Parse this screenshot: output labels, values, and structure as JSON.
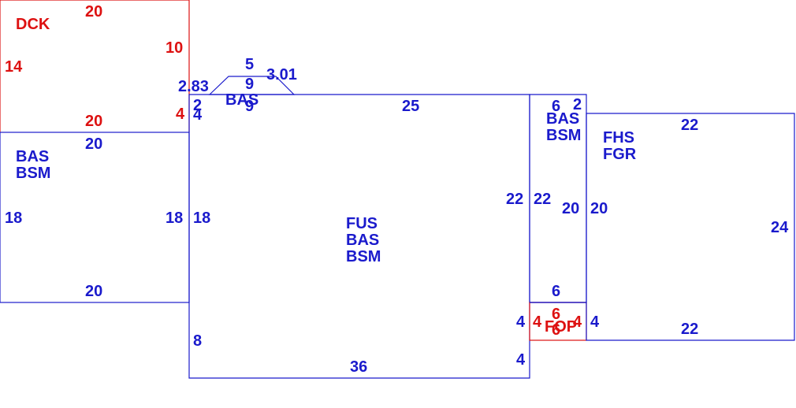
{
  "colors": {
    "blue": "#1a1acc",
    "red": "#dd1111",
    "background": "#ffffff"
  },
  "areas": {
    "dck": {
      "code": "DCK",
      "dims": {
        "top": "20",
        "left": "14",
        "right_upper": "10",
        "right_lower": "4",
        "bottom": "20"
      }
    },
    "bas_bsm_left": {
      "codes": [
        "BAS",
        "BSM"
      ],
      "dims": {
        "top": "20",
        "left": "18",
        "right": "18",
        "bottom": "20"
      }
    },
    "bay_bas": {
      "code": "BAS",
      "dims": {
        "top": "5",
        "left": "2.83",
        "right": "3.01",
        "inner_top": "9",
        "inner_bottom": "9"
      }
    },
    "main": {
      "codes": [
        "FUS",
        "BAS",
        "BSM"
      ],
      "dims": {
        "top": "25",
        "left_a": "2",
        "left_b": "4",
        "left_main": "18",
        "left_lower": "8",
        "right_main": "22",
        "right_a": "4",
        "right_b": "4",
        "bottom": "36"
      }
    },
    "bas_bsm_right": {
      "codes": [
        "BAS",
        "BSM"
      ],
      "dims": {
        "top": "6",
        "top_right": "2",
        "left": "22",
        "right": "20",
        "bottom": "6"
      }
    },
    "fop": {
      "code": "FOP",
      "dims": {
        "top": "6",
        "left": "4",
        "right": "4",
        "bottom": "6"
      }
    },
    "garage": {
      "codes": [
        "FHS",
        "FGR"
      ],
      "dims": {
        "top": "22",
        "left": "20",
        "right": "24",
        "left_lower": "4",
        "bottom": "22"
      }
    }
  }
}
